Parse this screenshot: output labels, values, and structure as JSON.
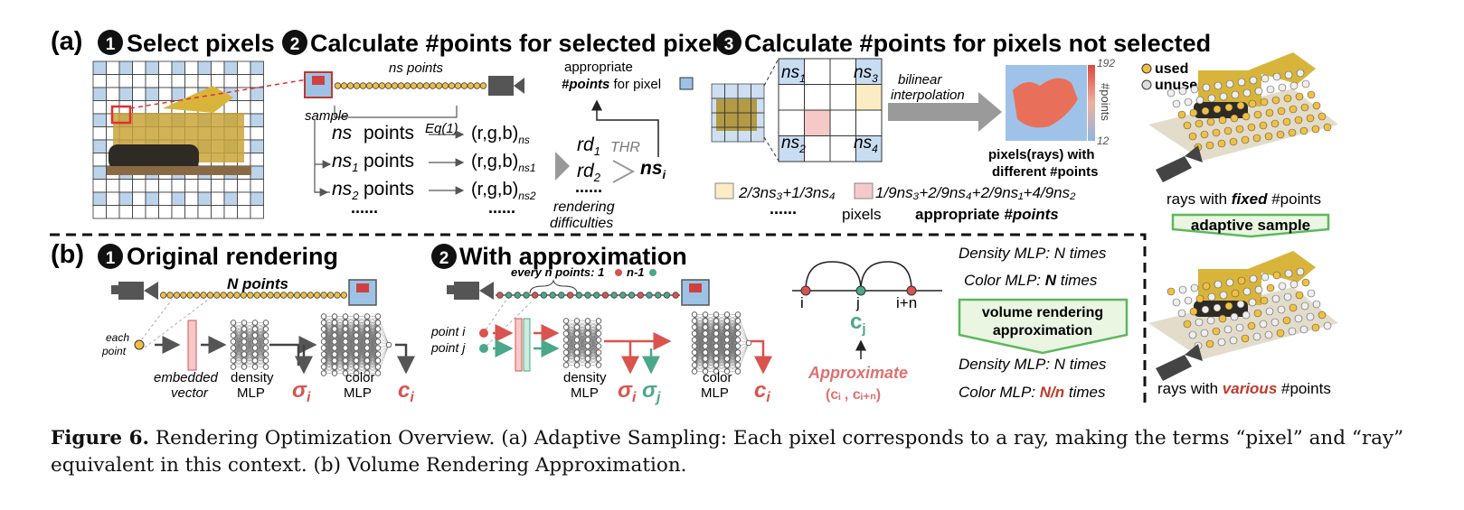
{
  "part_a": {
    "label": "(a)",
    "step1": {
      "num": "1",
      "title": "Select pixels"
    },
    "step2": {
      "num": "2",
      "title": "Calculate #points for selected pixels",
      "ns_points": "ns points",
      "sample": "sample",
      "eq": "Eq(1)",
      "rows": [
        {
          "pts": "ns",
          "sub": "",
          "word": "points",
          "rgb": "(r,g,b)",
          "rgbsub": "ns"
        },
        {
          "pts": "ns",
          "sub": "1",
          "word": "points",
          "rgb": "(r,g,b)",
          "rgbsub": "ns1"
        },
        {
          "pts": "ns",
          "sub": "2",
          "word": "points",
          "rgb": "(r,g,b)",
          "rgbsub": "ns2"
        }
      ],
      "dots": "......",
      "rd1": "rd",
      "rd1_sub": "1",
      "rd2": "rd",
      "rd2_sub": "2",
      "thr": "THR",
      "nsi": "ns",
      "nsi_sub": "i",
      "appropriate": "appropriate",
      "points_for_pixel_bold": "#points",
      "points_for_pixel": " for pixel",
      "rendering": "rendering",
      "difficulties": "difficulties"
    },
    "step3": {
      "num": "3",
      "title": "Calculate #points for pixels not selected",
      "grid_labels": [
        {
          "t": "ns",
          "s": "1"
        },
        {
          "t": "ns",
          "s": "3"
        },
        {
          "t": "ns",
          "s": "2"
        },
        {
          "t": "ns",
          "s": "4"
        }
      ],
      "bilinear": "bilinear",
      "interpolation": "interpolation",
      "cbar_max": "192",
      "cbar_min": "12",
      "cbar_label": "#points",
      "pix_rays_1": "pixels(rays) with",
      "pix_rays_2": "different #points",
      "formula1": "2/3ns₃+1/3ns₄",
      "formula2": "1/9ns₃+2/9ns₄+2/9ns₁+4/9ns₂",
      "dots": "......",
      "pixels": "pixels",
      "appropriate": "appropriate ",
      "points_bold": "#points"
    },
    "legend": {
      "used": "used",
      "unused": "unused"
    },
    "fixed_caption": {
      "pre": "rays with ",
      "em": "fixed",
      "post": " #points"
    },
    "adaptive_sample": "adaptive sample"
  },
  "part_b": {
    "label": "(b)",
    "step1": {
      "num": "1",
      "title": "Original rendering",
      "n_points": "N points",
      "each": "each",
      "point": "point",
      "embedded": "embedded",
      "vector": "vector",
      "density": "density",
      "color": "color",
      "mlp": "MLP",
      "sigma": "σ",
      "sigma_sub": "i",
      "c": "c",
      "c_sub": "i"
    },
    "step2": {
      "num": "2",
      "title": "With approximation",
      "every": "every n points: 1",
      "n_minus_1": "n-1",
      "point_i": "point i",
      "point_j": "point j",
      "density": "density",
      "color": "color",
      "mlp": "MLP",
      "sigma_i": "σ",
      "sigma_i_sub": "i",
      "sigma_j": "σ",
      "sigma_j_sub": "j",
      "c": "c",
      "c_sub": "i"
    },
    "approx": {
      "i": "i",
      "j": "j",
      "ipn": "i+n",
      "cj": "c",
      "cj_sub": "j",
      "approximate": "Approximate",
      "pair": "(cᵢ , cᵢ₊ₙ)"
    },
    "counts": {
      "density_top": "Density MLP: N times",
      "color_top_pre": "Color MLP: ",
      "color_top_em": "N",
      "color_top_post": " times",
      "vra_1": "volume rendering",
      "vra_2": "approximation",
      "density_bot": "Density MLP: N times",
      "color_bot_pre": "Color MLP: ",
      "color_bot_em": "N/n",
      "color_bot_post": " times"
    },
    "various_caption": {
      "pre": "rays with ",
      "em": "various",
      "post": " #points"
    }
  },
  "caption": {
    "figure": "Figure 6.",
    "text": " Rendering Optimization Overview. (a) Adaptive Sampling: Each pixel corresponds to a ray, making the terms “pixel” and “ray” equivalent in this context. (b) Volume Rendering Approximation."
  },
  "colors": {
    "red": "#d9534f",
    "teal": "#4aa88a",
    "green_border": "#5cb85c",
    "grid_blue": "#bcd3ec",
    "gray_arrow": "#888888"
  }
}
